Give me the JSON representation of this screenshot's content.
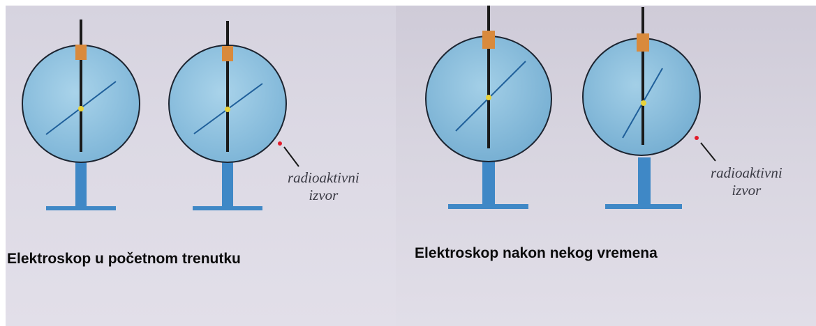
{
  "panels": {
    "left": {
      "caption": "Elektroskop u početnom trenutku",
      "source_label_line1": "radioaktivni",
      "source_label_line2": "izvor"
    },
    "right": {
      "caption": "Elektroskop nakon nekog vremena",
      "source_label_line1": "radioaktivni",
      "source_label_line2": "izvor"
    }
  },
  "colors": {
    "disc_fill": "#8fc3e0",
    "disc_stroke": "#1c2430",
    "stand": "#3f88c6",
    "clamp": "#d98a3c",
    "rod": "#1a1a1a",
    "pivot": "#e8d23a",
    "needle": "#1f5f9a",
    "source_dot": "#e21b2a"
  }
}
